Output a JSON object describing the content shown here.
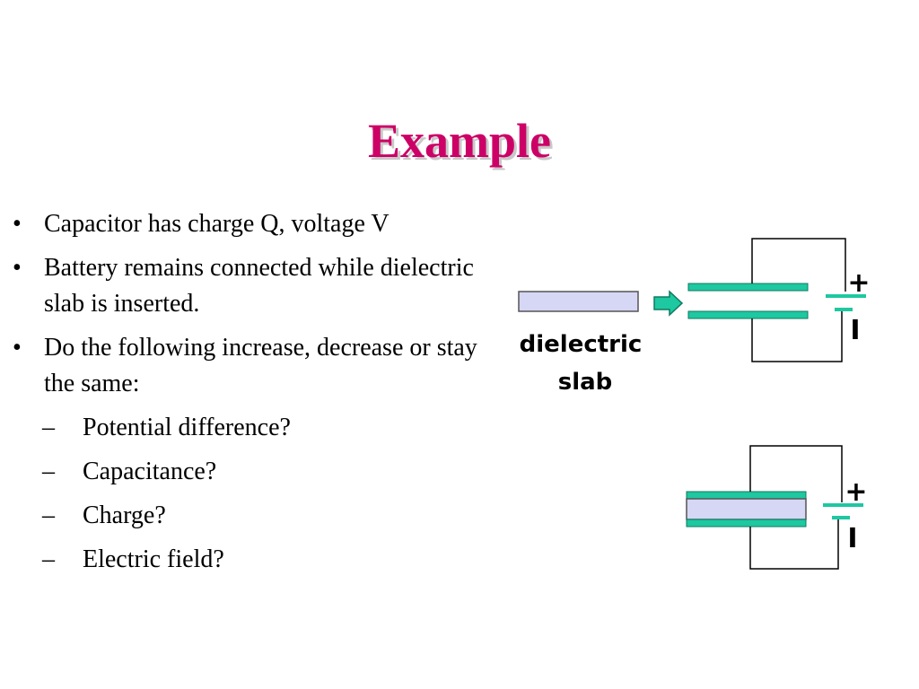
{
  "slide": {
    "title": "Example",
    "bullets": [
      "Capacitor has charge Q, voltage V",
      "Battery remains connected while dielectric slab is inserted.",
      "Do the following increase, decrease or stay the same:"
    ],
    "sub_bullets": [
      "Potential difference?",
      "Capacitance?",
      "Charge?",
      "Electric field?"
    ],
    "bullet_mark": "•",
    "sub_bullet_mark": "–"
  },
  "diagram": {
    "slab_label_line1": "dielectric",
    "slab_label_line2": "slab",
    "battery_plus": "+",
    "battery_minus": "I",
    "colors": {
      "title": "#cc0066",
      "plate": "#1ec8a0",
      "plate_border": "#0f7a60",
      "slab": "#d6d6f5",
      "slab_border": "#555555",
      "wire": "#000000"
    }
  }
}
